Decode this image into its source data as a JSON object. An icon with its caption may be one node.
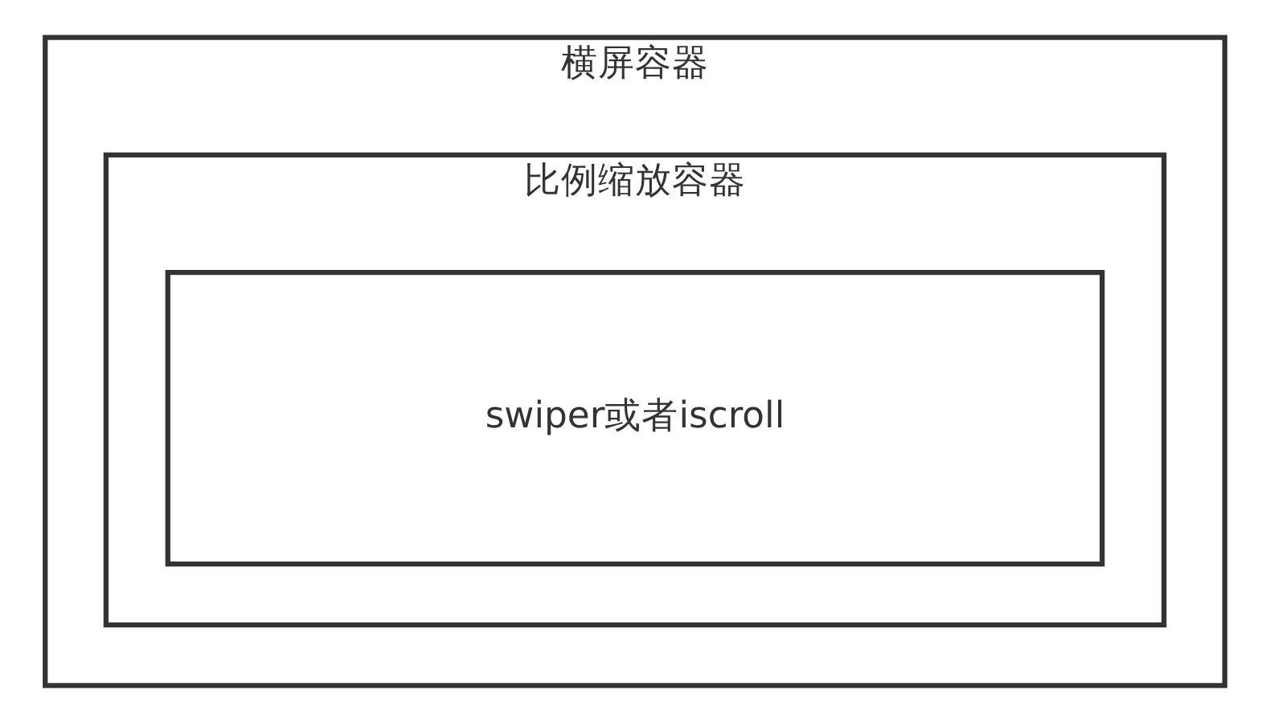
{
  "diagram": {
    "nodes": [
      {
        "text": [
          "横屏容器"
        ]
      },
      {
        "text": [
          "比例缩放容器"
        ],
        "in": 0
      },
      {
        "text": [
          "swiper或者iscroll"
        ],
        "in": 1
      }
    ]
  }
}
